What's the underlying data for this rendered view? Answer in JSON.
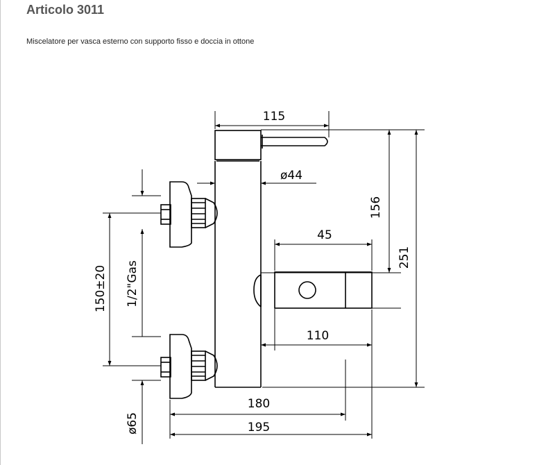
{
  "header": {
    "title": "Articolo 3011",
    "description": "Miscelatore per vasca esterno con supporto fisso e doccia in ottone"
  },
  "dimensions": {
    "top_width": "115",
    "body_diameter": "ø44",
    "height_to_outlet": "156",
    "outlet_width": "45",
    "total_height": "251",
    "center_distance": "150±20",
    "thread": "1/2\"Gas",
    "outlet_reach": "110",
    "reach_180": "180",
    "reach_195": "195",
    "escutcheon_diameter": "ø65"
  },
  "colors": {
    "line": "#000000",
    "title": "#555555"
  }
}
